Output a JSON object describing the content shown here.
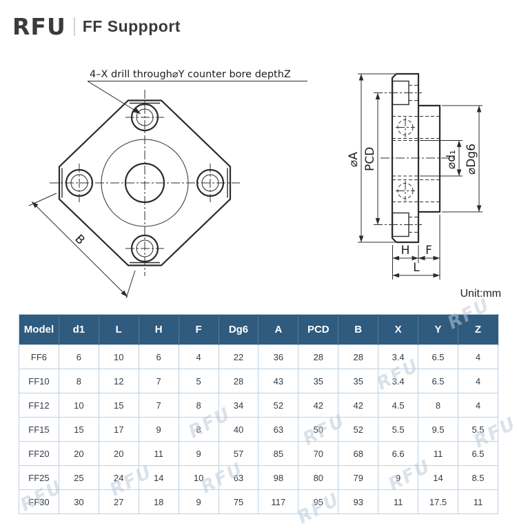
{
  "header": {
    "logo": "RFU",
    "title": "FF Suppport"
  },
  "drawing": {
    "annotation": "4–X drill through⌀Y counter bore depthZ",
    "front_view": {
      "dim_b": "B"
    },
    "side_view": {
      "dim_a": "⌀A",
      "dim_pcd": "PCD",
      "dim_d1": "⌀d₁",
      "dim_dg6": "⌀Dg6",
      "dim_h": "H",
      "dim_f": "F",
      "dim_l": "L"
    }
  },
  "unit_label": "Unit:mm",
  "watermark": "RFU",
  "table": {
    "columns": [
      "Model",
      "d1",
      "L",
      "H",
      "F",
      "Dg6",
      "A",
      "PCD",
      "B",
      "X",
      "Y",
      "Z"
    ],
    "rows": [
      [
        "FF6",
        "6",
        "10",
        "6",
        "4",
        "22",
        "36",
        "28",
        "28",
        "3.4",
        "6.5",
        "4"
      ],
      [
        "FF10",
        "8",
        "12",
        "7",
        "5",
        "28",
        "43",
        "35",
        "35",
        "3.4",
        "6.5",
        "4"
      ],
      [
        "FF12",
        "10",
        "15",
        "7",
        "8",
        "34",
        "52",
        "42",
        "42",
        "4.5",
        "8",
        "4"
      ],
      [
        "FF15",
        "15",
        "17",
        "9",
        "8",
        "40",
        "63",
        "50",
        "52",
        "5.5",
        "9.5",
        "5.5"
      ],
      [
        "FF20",
        "20",
        "20",
        "11",
        "9",
        "57",
        "85",
        "70",
        "68",
        "6.6",
        "11",
        "6.5"
      ],
      [
        "FF25",
        "25",
        "24",
        "14",
        "10",
        "63",
        "98",
        "80",
        "79",
        "9",
        "14",
        "8.5"
      ],
      [
        "FF30",
        "30",
        "27",
        "18",
        "9",
        "75",
        "117",
        "95",
        "93",
        "11",
        "17.5",
        "11"
      ]
    ]
  },
  "colors": {
    "header_bg": "#2e5b7e",
    "table_border": "#bcd1e2",
    "line": "#2b2b2b",
    "watermark": "#bccbda"
  }
}
